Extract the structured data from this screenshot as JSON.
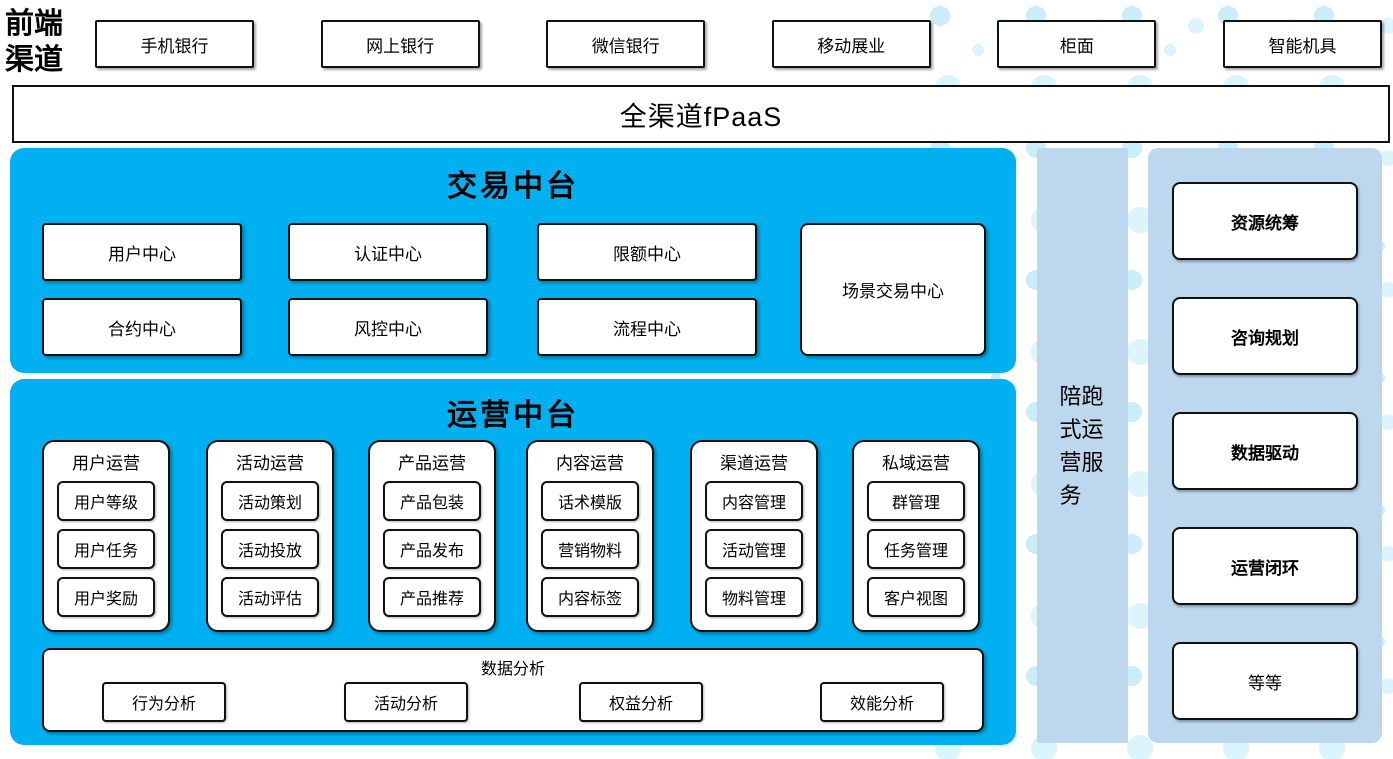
{
  "front_channels": {
    "label": "前端渠道",
    "items": [
      "手机银行",
      "网上银行",
      "微信银行",
      "移动展业",
      "柜面",
      "智能机具"
    ]
  },
  "fpaas": {
    "label": "全渠道fPaaS"
  },
  "trade_platform": {
    "title": "交易中台",
    "row1": [
      "用户中心",
      "认证中心",
      "限额中心"
    ],
    "row2": [
      "合约中心",
      "风控中心",
      "流程中心"
    ],
    "tall_box": "场景交易中心"
  },
  "ops_platform": {
    "title": "运营中台",
    "columns": [
      {
        "header": "用户运营",
        "items": [
          "用户等级",
          "用户任务",
          "用户奖励"
        ]
      },
      {
        "header": "活动运营",
        "items": [
          "活动策划",
          "活动投放",
          "活动评估"
        ]
      },
      {
        "header": "产品运营",
        "items": [
          "产品包装",
          "产品发布",
          "产品推荐"
        ]
      },
      {
        "header": "内容运营",
        "items": [
          "话术模版",
          "营销物料",
          "内容标签"
        ]
      },
      {
        "header": "渠道运营",
        "items": [
          "内容管理",
          "活动管理",
          "物料管理"
        ]
      },
      {
        "header": "私域运营",
        "items": [
          "群管理",
          "任务管理",
          "客户视图"
        ]
      }
    ],
    "analysis": {
      "title": "数据分析",
      "items": [
        "行为分析",
        "活动分析",
        "权益分析",
        "效能分析"
      ]
    }
  },
  "accompany": {
    "label": "陪跑式运营服务"
  },
  "right_panel": {
    "items": [
      "资源统筹",
      "咨询规划",
      "数据驱动",
      "运营闭环",
      "等等"
    ]
  },
  "colors": {
    "bright_blue": "#00B0F0",
    "light_blue": "#BDD7EE",
    "dot_light": "#CBEcF9",
    "dot_lighter": "#DCF4FC"
  }
}
